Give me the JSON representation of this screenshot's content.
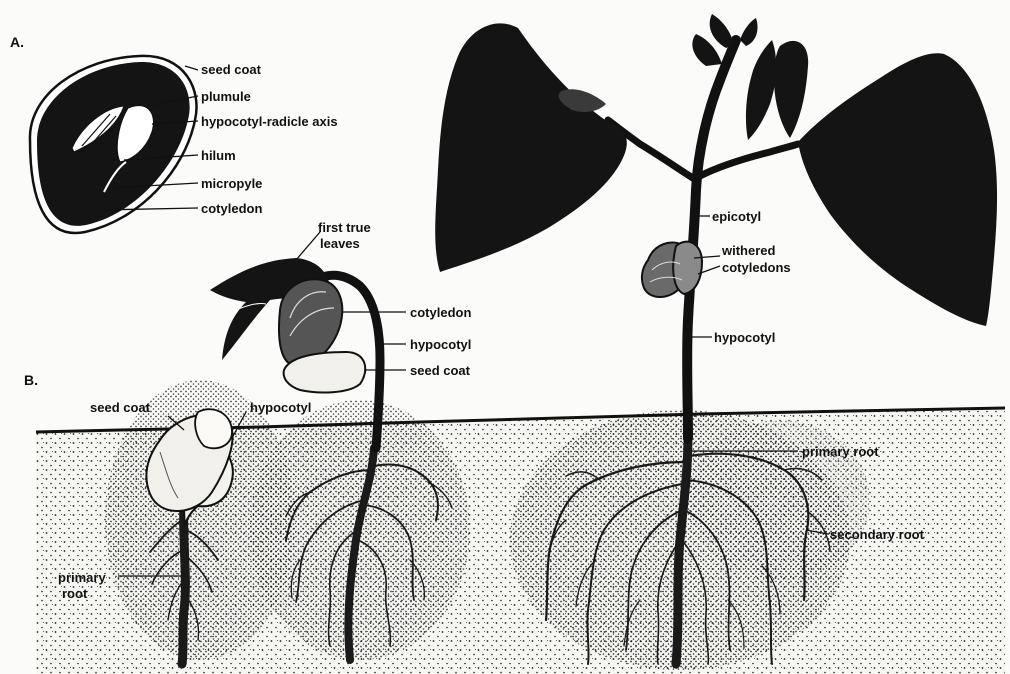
{
  "sections": {
    "a": "A.",
    "b": "B."
  },
  "seed_labels": {
    "seed_coat": "seed coat",
    "plumule": "plumule",
    "axis": "hypocotyl-radicle axis",
    "hilum": "hilum",
    "micropyle": "micropyle",
    "cotyledon": "cotyledon"
  },
  "stage1_labels": {
    "seed_coat": "seed coat",
    "hypocotyl": "hypocotyl",
    "primary_root_1": "primary",
    "primary_root_2": "root"
  },
  "stage2_labels": {
    "first_true_1": "first true",
    "first_true_2": "leaves",
    "cotyledon": "cotyledon",
    "hypocotyl": "hypocotyl",
    "seed_coat": "seed coat"
  },
  "stage3_labels": {
    "epicotyl": "epicotyl",
    "withered_1": "withered",
    "withered_2": "cotyledons",
    "hypocotyl": "hypocotyl",
    "primary_root": "primary root",
    "secondary_root": "secondary root"
  },
  "colors": {
    "ink": "#111111",
    "leaf": "#141414",
    "soil_dot": "#222222",
    "seed": "#f2f0ea"
  }
}
